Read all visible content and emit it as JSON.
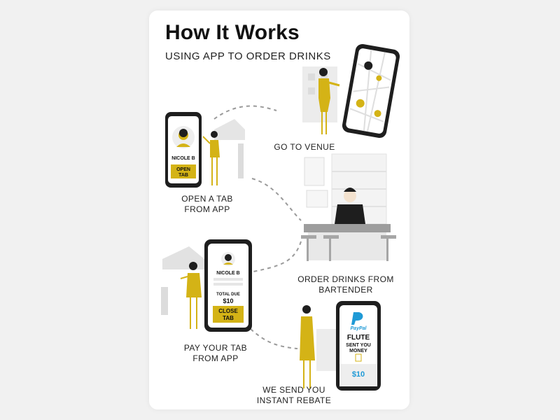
{
  "header": {
    "title": "How It Works",
    "subtitle": "USING APP TO ORDER DRINKS"
  },
  "steps": [
    {
      "caption": "GO TO VENUE"
    },
    {
      "caption": "OPEN A TAB\nFROM APP"
    },
    {
      "caption": "ORDER DRINKS FROM\nBARTENDER"
    },
    {
      "caption": "PAY YOUR TAB\nFROM APP"
    },
    {
      "caption": "WE SEND YOU\nINSTANT REBATE"
    }
  ],
  "phone_open_tab": {
    "name": "NICOLE B",
    "button": "OPEN\nTAB"
  },
  "phone_close_tab": {
    "name": "NICOLE B",
    "total_label": "TOTAL DUE",
    "total": "$10",
    "button": "CLOSE\nTAB"
  },
  "phone_rebate": {
    "brand": "PayPal",
    "message": "FLUTE\nSENT YOU\nMONEY",
    "amount": "$10"
  },
  "colors": {
    "accent": "#d4b316",
    "dark": "#1e1e1e",
    "grey": "#c9c9c9",
    "paypal_blue": "#1f9ad6"
  }
}
